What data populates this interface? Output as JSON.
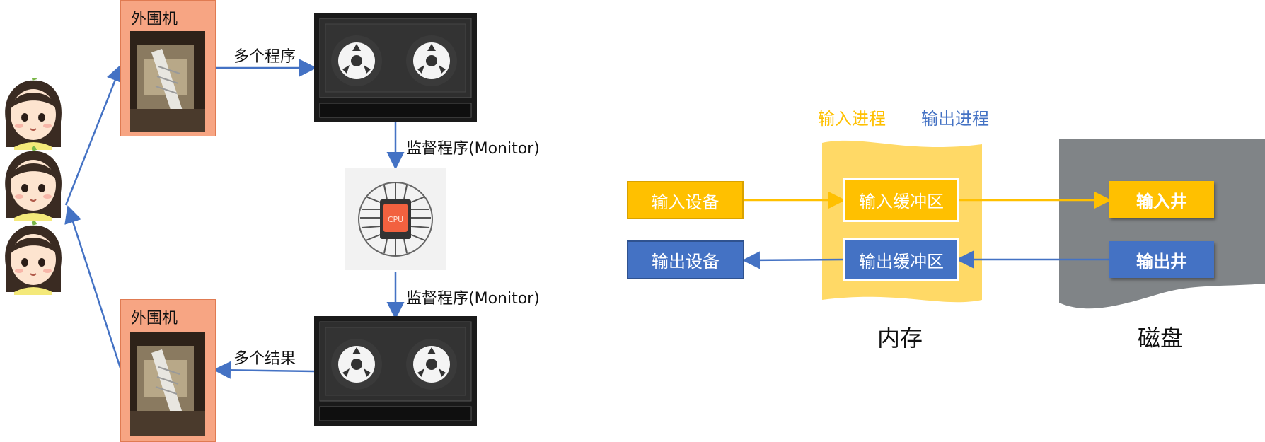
{
  "left": {
    "peripheral_top": "外围机",
    "peripheral_bottom": "外围机",
    "multi_programs": "多个程序",
    "multi_results": "多个结果",
    "monitor_top": "监督程序(Monitor)",
    "monitor_bottom": "监督程序(Monitor)",
    "cpu_text": "CPU"
  },
  "right": {
    "input_process": "输入进程",
    "output_process": "输出进程",
    "input_device": "输入设备",
    "output_device": "输出设备",
    "input_buffer": "输入缓冲区",
    "output_buffer": "输出缓冲区",
    "input_well": "输入井",
    "output_well": "输出井",
    "memory_label": "内存",
    "disk_label": "磁盘"
  },
  "colors": {
    "yellow": "#ffc000",
    "blue": "#4472c4",
    "arrow_blue": "#4472c4",
    "peripheral": "#f7a583",
    "memory": "#ffd966",
    "disk": "#808487"
  },
  "icons": [
    "girl-avatar-icon",
    "printer-photo",
    "tape-drive-icon",
    "cpu-chip-icon"
  ]
}
